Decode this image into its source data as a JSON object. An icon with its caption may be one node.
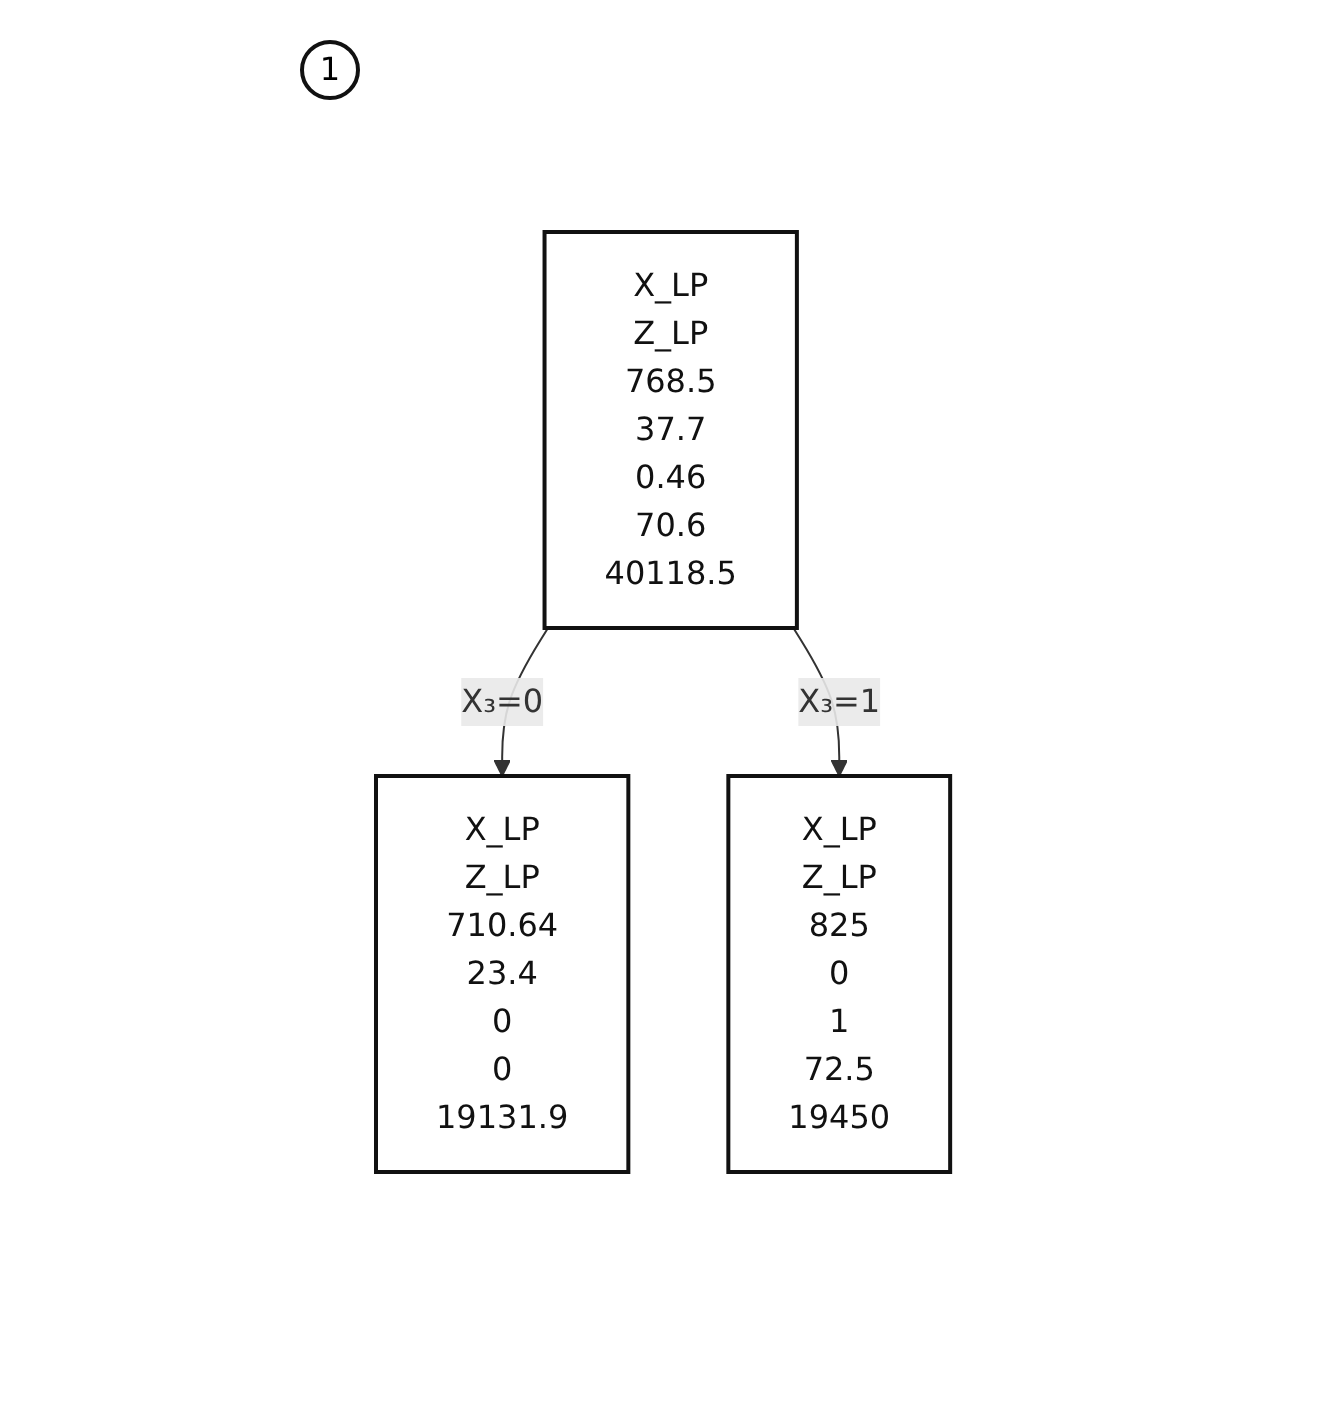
{
  "diagram": {
    "nodes": [
      {
        "text": [
          "X_LP",
          "Z_LP",
          "768.5",
          "37.7",
          "0.46",
          "70.6",
          "40118.5"
        ]
      },
      {
        "text": [
          "X_LP",
          "Z_LP",
          "710.64",
          "23.4",
          "0",
          "0",
          "19131.9"
        ]
      },
      {
        "text": [
          "X_LP",
          "Z_LP",
          "825",
          "0",
          "1",
          "72.5",
          "19450"
        ]
      }
    ],
    "edges": [
      {
        "from": 0,
        "to": 1,
        "arrow": "to",
        "label": "X₃=0"
      },
      {
        "from": 0,
        "to": 2,
        "arrow": "to",
        "label": "X₃=1"
      }
    ],
    "labels": [
      "1"
    ]
  }
}
